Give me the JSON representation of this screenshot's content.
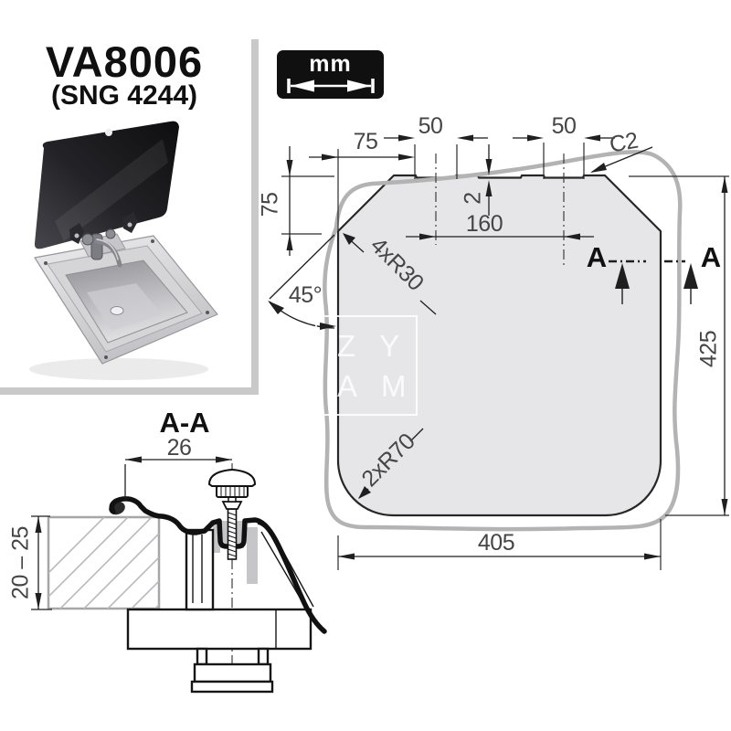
{
  "product": {
    "model": "VA8006",
    "code": "(SNG 4244)"
  },
  "units": {
    "label": "mm"
  },
  "cutout": {
    "dim_top_offset": "75",
    "dim_notch_left": "50",
    "dim_notch_right": "50",
    "chamfer_label": "C2",
    "dim_notch_depth": "2",
    "dim_notch_spacing": "160",
    "dim_left_offset": "75",
    "radius_top": "4xR30",
    "angle": "45°",
    "marker_left": "A",
    "marker_right": "A",
    "dim_height": "425",
    "radius_bottom": "2xR70",
    "dim_width": "405"
  },
  "section": {
    "title": "A-A",
    "dim_overhang": "26",
    "dim_thickness": "20 – 25"
  },
  "watermark": {
    "line1": "ZY",
    "line2": "AM"
  },
  "colors": {
    "line": "#1f1f1f",
    "cutout_fill": "#e6e6e8",
    "sink_outline": "#b3b3b3",
    "badge_bg": "#101010",
    "frame": "#c9c9c9",
    "dim_text": "#454545"
  }
}
